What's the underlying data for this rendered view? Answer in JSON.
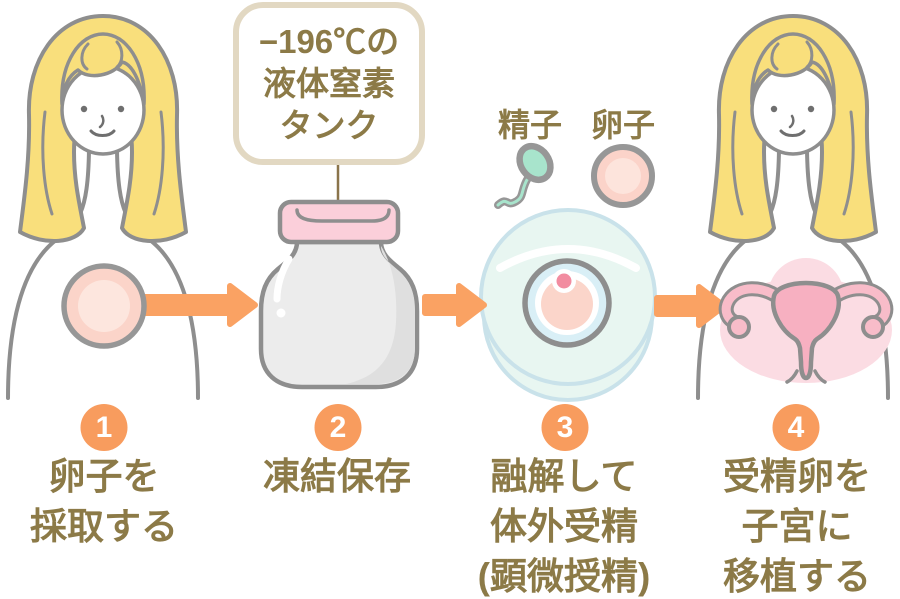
{
  "colors": {
    "arrow_orange": "#FAA263",
    "badge_orange": "#F89C5E",
    "text_brown": "#8C7A47",
    "bubble_border": "#E2D8C2",
    "hair_yellow": "#F9DF7C",
    "outline_gray": "#8E8E8E",
    "egg_pink": "#FBD4C9",
    "jar_lid_pink": "#FBCFDA",
    "jar_body_gray": "#ECECEC",
    "dish_mint": "#E8F6F1",
    "dish_stroke_blue": "#C9E2EA",
    "sperm_mint": "#A8E4CC",
    "uterus_pink": "#F7B0C1",
    "uterus_halo_pink": "#FBDCE3"
  },
  "bubble": {
    "lines": [
      "−196℃の",
      "液体窒素",
      "タンク"
    ]
  },
  "dish": {
    "sperm_label": "精子",
    "egg_label": "卵子"
  },
  "steps": [
    {
      "number": "1",
      "lines": [
        "卵子を",
        "採取する"
      ]
    },
    {
      "number": "2",
      "lines": [
        "凍結保存"
      ]
    },
    {
      "number": "3",
      "lines": [
        "融解して",
        "体外受精",
        "(顕微授精)"
      ]
    },
    {
      "number": "4",
      "lines": [
        "受精卵を",
        "子宮に",
        "移植する"
      ]
    }
  ]
}
